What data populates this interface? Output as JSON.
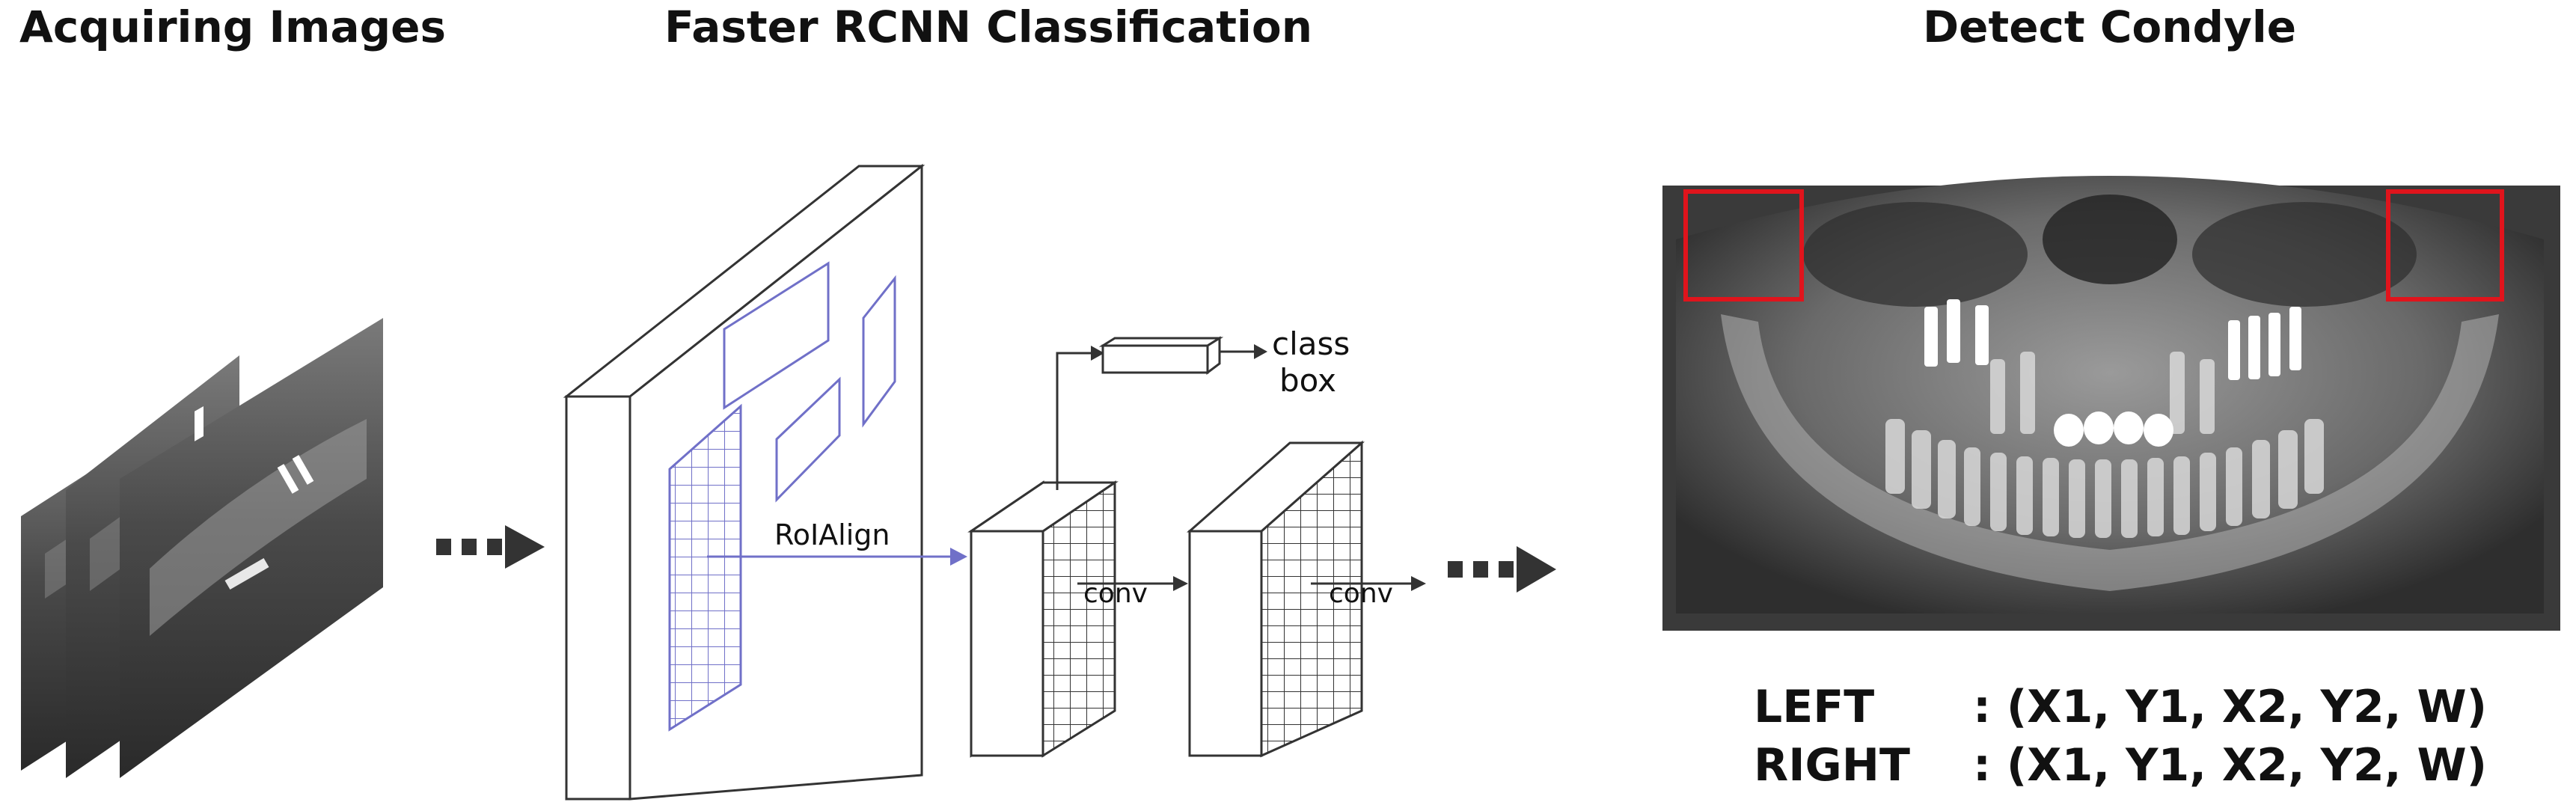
{
  "titles": {
    "acquiring": "Acquiring Images",
    "classification": "Faster RCNN Classification",
    "detect": "Detect Condyle"
  },
  "labels": {
    "roi_align": "RoIAlign",
    "conv_1": "conv",
    "conv_2": "conv",
    "class": "class",
    "box": "box"
  },
  "coordinates": [
    {
      "side": "LEFT",
      "value": ": (X1, Y1, X2, Y2, W)"
    },
    {
      "side": "RIGHT",
      "value": ": (X1, Y1, X2, Y2, W)"
    }
  ],
  "colors": {
    "roi_box": "#7070c8",
    "detection_box": "#e0141c",
    "arrow": "#333333"
  }
}
